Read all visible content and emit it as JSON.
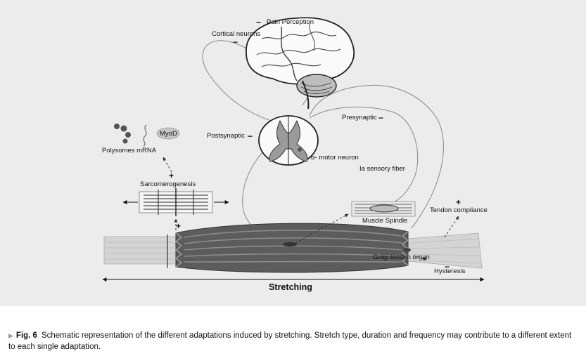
{
  "labels": {
    "pain_perception": "Pain Perception",
    "cortical_neurons": "Cortical neurons",
    "presynaptic": "Presynaptic",
    "postsynaptic": "Postsynaptic",
    "motor_neuron": "α- motor neuron",
    "ia_sensory_fiber": "Ia sensory fiber",
    "myod": "MyoD",
    "polysomes_mrna": "Polysomes mRNA",
    "sarcomerogenesis": "Sarcomerogenesis",
    "tendon_compliance": "Tendon compliance",
    "muscle_spindle": "Muscle Spindle",
    "golgi_tendon_organ": "Golgi tendon organ",
    "hysteresis": "Hysteresis",
    "stretching": "Stretching"
  },
  "signs": {
    "plus": "+",
    "minus": "−"
  },
  "caption": {
    "fig_label": "Fig. 6",
    "text": "Schematic representation of the different adaptations induced by stretching. Stretch type, duration and frequency may contribute to a different extent to each single adaptation."
  }
}
